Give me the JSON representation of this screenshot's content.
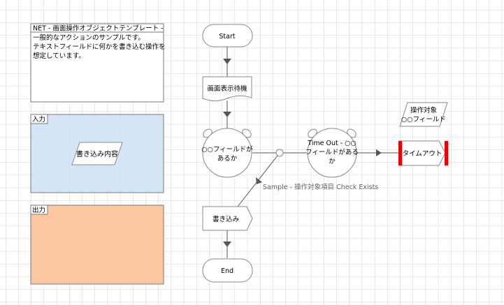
{
  "description_box": {
    "title": "NET - 画面操作オブジェクトテンプレート -",
    "lines": [
      "一般的なアクションのサンプルです。",
      "テキストフィールドに何かを書き込む操作を",
      "想定しています。"
    ]
  },
  "input_panel": {
    "label": "入力",
    "item": "書き込み内容",
    "color": "#cce0f4"
  },
  "output_panel": {
    "label": "出力",
    "color": "#fcc39b"
  },
  "flow": {
    "start": "Start",
    "wait": "画面表示待機",
    "check1": [
      "○○フィールドが",
      "あるか"
    ],
    "check2": [
      "Time Out - ○○",
      "フィールドがある",
      "か"
    ],
    "timeout": "タイムアウト",
    "target": [
      "操作対象",
      "○○フィールド"
    ],
    "write": "書き込み",
    "end": "End",
    "edge_label": "Sample - 操作対象項目 Check  Exists"
  },
  "colors": {
    "timeout_bar": "#ee0000",
    "grid": "#d0d0d0"
  }
}
